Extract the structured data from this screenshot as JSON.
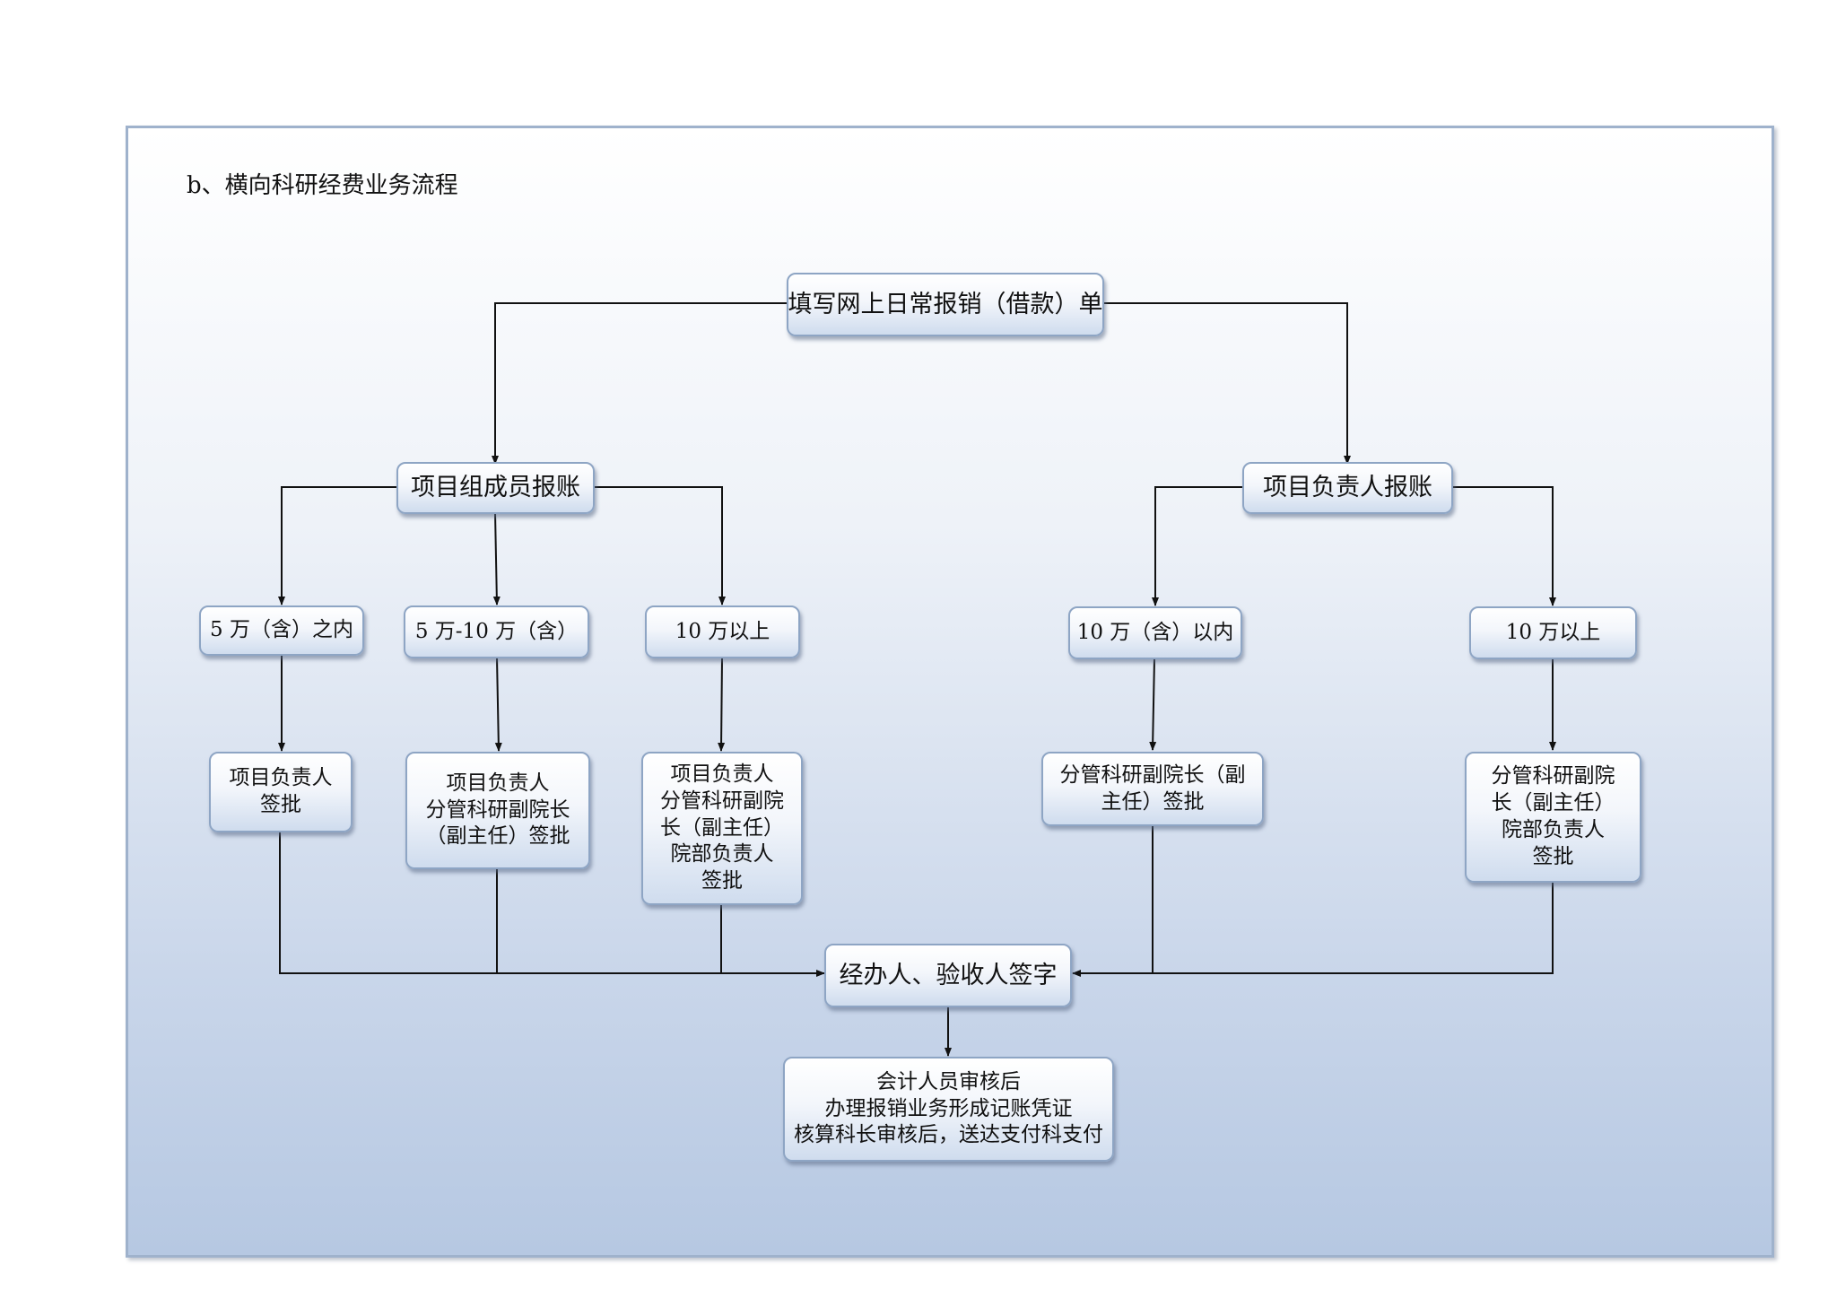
{
  "title": "b、横向科研经费业务流程",
  "nodes": {
    "start": [
      "填写网上日常报销（借款）单"
    ],
    "member": [
      "项目组成员报账"
    ],
    "leader": [
      "项目负责人报账"
    ],
    "m_t1": [
      "5 万（含）之内"
    ],
    "m_t2": [
      "5 万-10 万（含）"
    ],
    "m_t3": [
      "10 万以上"
    ],
    "l_t1": [
      "10 万（含）以内"
    ],
    "l_t2": [
      "10 万以上"
    ],
    "m_s1": [
      "项目负责人",
      "签批"
    ],
    "m_s2": [
      "项目负责人",
      "分管科研副院长",
      "（副主任）签批"
    ],
    "m_s3": [
      "项目负责人",
      "分管科研副院",
      "长（副主任）",
      "院部负责人",
      "签批"
    ],
    "l_s1": [
      "分管科研副院长（副",
      "主任）签批"
    ],
    "l_s2": [
      "分管科研副院",
      "长（副主任）",
      "院部负责人",
      "签批"
    ],
    "handler": [
      "经办人、验收人签字"
    ],
    "final": [
      "会计人员审核后",
      "办理报销业务形成记账凭证",
      "核算科长审核后，送达支付科支付"
    ]
  },
  "colors": {
    "line": "#111111",
    "box_border": "#8ea5c4",
    "frame_border": "#9fb2cc"
  }
}
